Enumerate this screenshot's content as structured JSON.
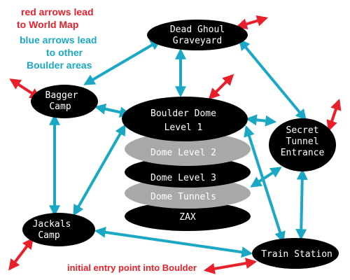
{
  "legend": {
    "red_line1": "red arrows lead",
    "red_line2": "to World Map",
    "blue_line1": "blue arrows lead",
    "blue_line2": "to other",
    "blue_line3": "Boulder areas"
  },
  "nodes": {
    "dead_ghoul": {
      "line1": "Dead Ghoul",
      "line2": "Graveyard"
    },
    "bagger_camp": {
      "line1": "Bagger",
      "line2": "Camp"
    },
    "boulder_dome": {
      "line1": "Boulder Dome",
      "line2": "Level 1"
    },
    "dome_level2": {
      "line1": "Dome Level 2"
    },
    "dome_level3": {
      "line1": "Dome Level 3"
    },
    "dome_tunnels": {
      "line1": "Dome Tunnels"
    },
    "zax": {
      "line1": "ZAX"
    },
    "secret_tunnel": {
      "line1": "Secret",
      "line2": "Tunnel",
      "line3": "Entrance"
    },
    "jackals_camp": {
      "line1": "Jackals",
      "line2": "Camp"
    },
    "train_station": {
      "line1": "Train Station"
    }
  },
  "entry_note": "initial entry point into Boulder",
  "colors": {
    "red_arrow": "#e8202a",
    "blue_arrow": "#1ba8c4",
    "node_dark": "#000000",
    "node_light": "#a8a8a8",
    "legend_red": "#e8202a",
    "legend_blue": "#1ba8c4"
  }
}
